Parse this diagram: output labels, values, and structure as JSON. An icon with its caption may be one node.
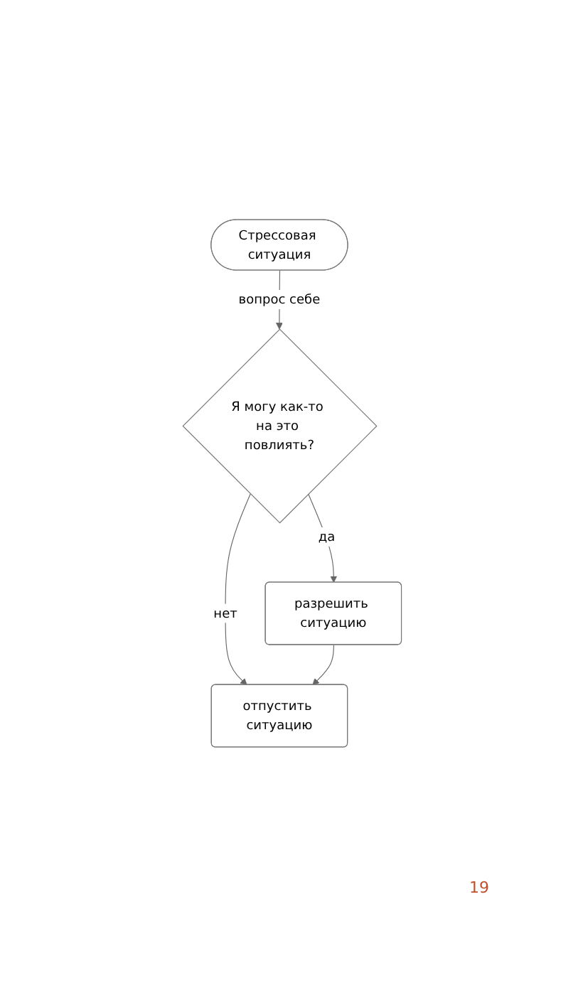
{
  "diagram": {
    "nodes": [
      {
        "text": [
          "Стрессовая ситуация"
        ]
      },
      {
        "text": [
          "Я могу как-то на это повлиять?"
        ]
      },
      {
        "text": [
          "разрешить ситуацию"
        ]
      },
      {
        "text": [
          "отпустить ситуацию"
        ]
      }
    ],
    "edges": [
      {
        "from": 0,
        "to": 1,
        "arrow": "to",
        "label": "вопрос себе"
      },
      {
        "from": 1,
        "to": 2,
        "arrow": "to",
        "label": "да"
      },
      {
        "from": 1,
        "to": 3,
        "arrow": "to",
        "label": "нет"
      },
      {
        "from": 2,
        "to": 3,
        "arrow": "to"
      }
    ],
    "labels": [
      "19"
    ]
  }
}
